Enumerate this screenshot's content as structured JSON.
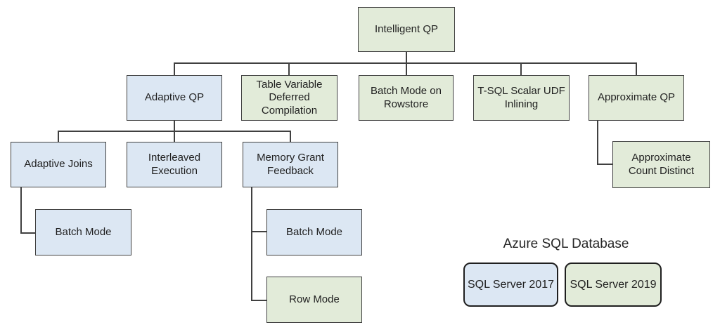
{
  "diagram": {
    "nodes": {
      "intelligent_qp": {
        "label": "Intelligent QP",
        "variant": "green"
      },
      "adaptive_qp": {
        "label": "Adaptive QP",
        "variant": "blue"
      },
      "table_variable_deferred": {
        "label": "Table Variable\nDeferred\nCompilation",
        "variant": "green"
      },
      "batch_mode_on_rowstore": {
        "label": "Batch Mode on\nRowstore",
        "variant": "green"
      },
      "tsql_scalar_udf_inlining": {
        "label": "T-SQL Scalar UDF\nInlining",
        "variant": "green"
      },
      "approximate_qp": {
        "label": "Approximate QP",
        "variant": "green"
      },
      "adaptive_joins": {
        "label": "Adaptive Joins",
        "variant": "blue"
      },
      "interleaved_execution": {
        "label": "Interleaved\nExecution",
        "variant": "blue"
      },
      "memory_grant_feedback": {
        "label": "Memory Grant\nFeedback",
        "variant": "blue"
      },
      "approximate_count_distinct": {
        "label": "Approximate\nCount Distinct",
        "variant": "green"
      },
      "batch_mode_adaptive_joins": {
        "label": "Batch Mode",
        "variant": "blue"
      },
      "batch_mode_memory_grant": {
        "label": "Batch Mode",
        "variant": "blue"
      },
      "row_mode": {
        "label": "Row Mode",
        "variant": "green"
      }
    },
    "edges": [
      {
        "from": "intelligent_qp",
        "to": "adaptive_qp"
      },
      {
        "from": "intelligent_qp",
        "to": "table_variable_deferred"
      },
      {
        "from": "intelligent_qp",
        "to": "batch_mode_on_rowstore"
      },
      {
        "from": "intelligent_qp",
        "to": "tsql_scalar_udf_inlining"
      },
      {
        "from": "intelligent_qp",
        "to": "approximate_qp"
      },
      {
        "from": "adaptive_qp",
        "to": "adaptive_joins"
      },
      {
        "from": "adaptive_qp",
        "to": "interleaved_execution"
      },
      {
        "from": "adaptive_qp",
        "to": "memory_grant_feedback"
      },
      {
        "from": "adaptive_joins",
        "to": "batch_mode_adaptive_joins"
      },
      {
        "from": "memory_grant_feedback",
        "to": "batch_mode_memory_grant"
      },
      {
        "from": "memory_grant_feedback",
        "to": "row_mode"
      },
      {
        "from": "approximate_qp",
        "to": "approximate_count_distinct"
      }
    ]
  },
  "legend": {
    "title": "Azure SQL Database",
    "items": [
      {
        "label": "SQL Server 2017",
        "variant": "blue",
        "color": "#dce7f3"
      },
      {
        "label": "SQL Server 2019",
        "variant": "green",
        "color": "#e2ebd9"
      }
    ]
  },
  "colors": {
    "blue_fill": "#dce7f3",
    "green_fill": "#e2ebd9",
    "box_border": "#404040",
    "connector": "#404040",
    "text": "#1f1f1f",
    "background": "#ffffff"
  }
}
